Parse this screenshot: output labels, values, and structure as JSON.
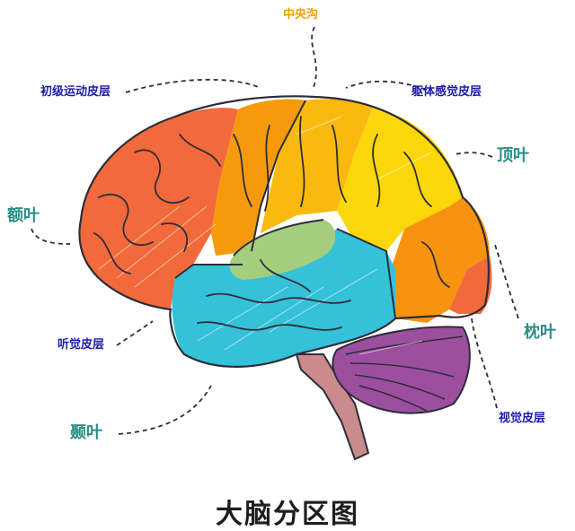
{
  "title": "大脑分区图",
  "labels": {
    "central_sulcus": "中央沟",
    "primary_motor_cortex": "初级运动皮层",
    "somatosensory_cortex": "躯体感觉皮层",
    "frontal_lobe": "额叶",
    "parietal_lobe": "顶叶",
    "auditory_cortex": "听觉皮层",
    "occipital_lobe": "枕叶",
    "temporal_lobe": "颞叶",
    "visual_cortex": "视觉皮层"
  },
  "colors": {
    "frontal_lobe": "#f26a3c",
    "primary_motor_cortex": "#f59a0c",
    "somatosensory_cortex": "#f9b90e",
    "parietal_lobe": "#fbd70a",
    "occipital_lobe": "#f7930e",
    "visual_cortex": "#f26a3c",
    "temporal_lobe": "#35c2d9",
    "auditory_cortex": "#a4cd7d",
    "cerebellum": "#9c4f9f",
    "brainstem": "#c98b8c",
    "label_blue": "#1c1ca8",
    "label_teal": "#2a8f86",
    "label_orange": "#f2a000",
    "outline": "#2d2d3a"
  }
}
